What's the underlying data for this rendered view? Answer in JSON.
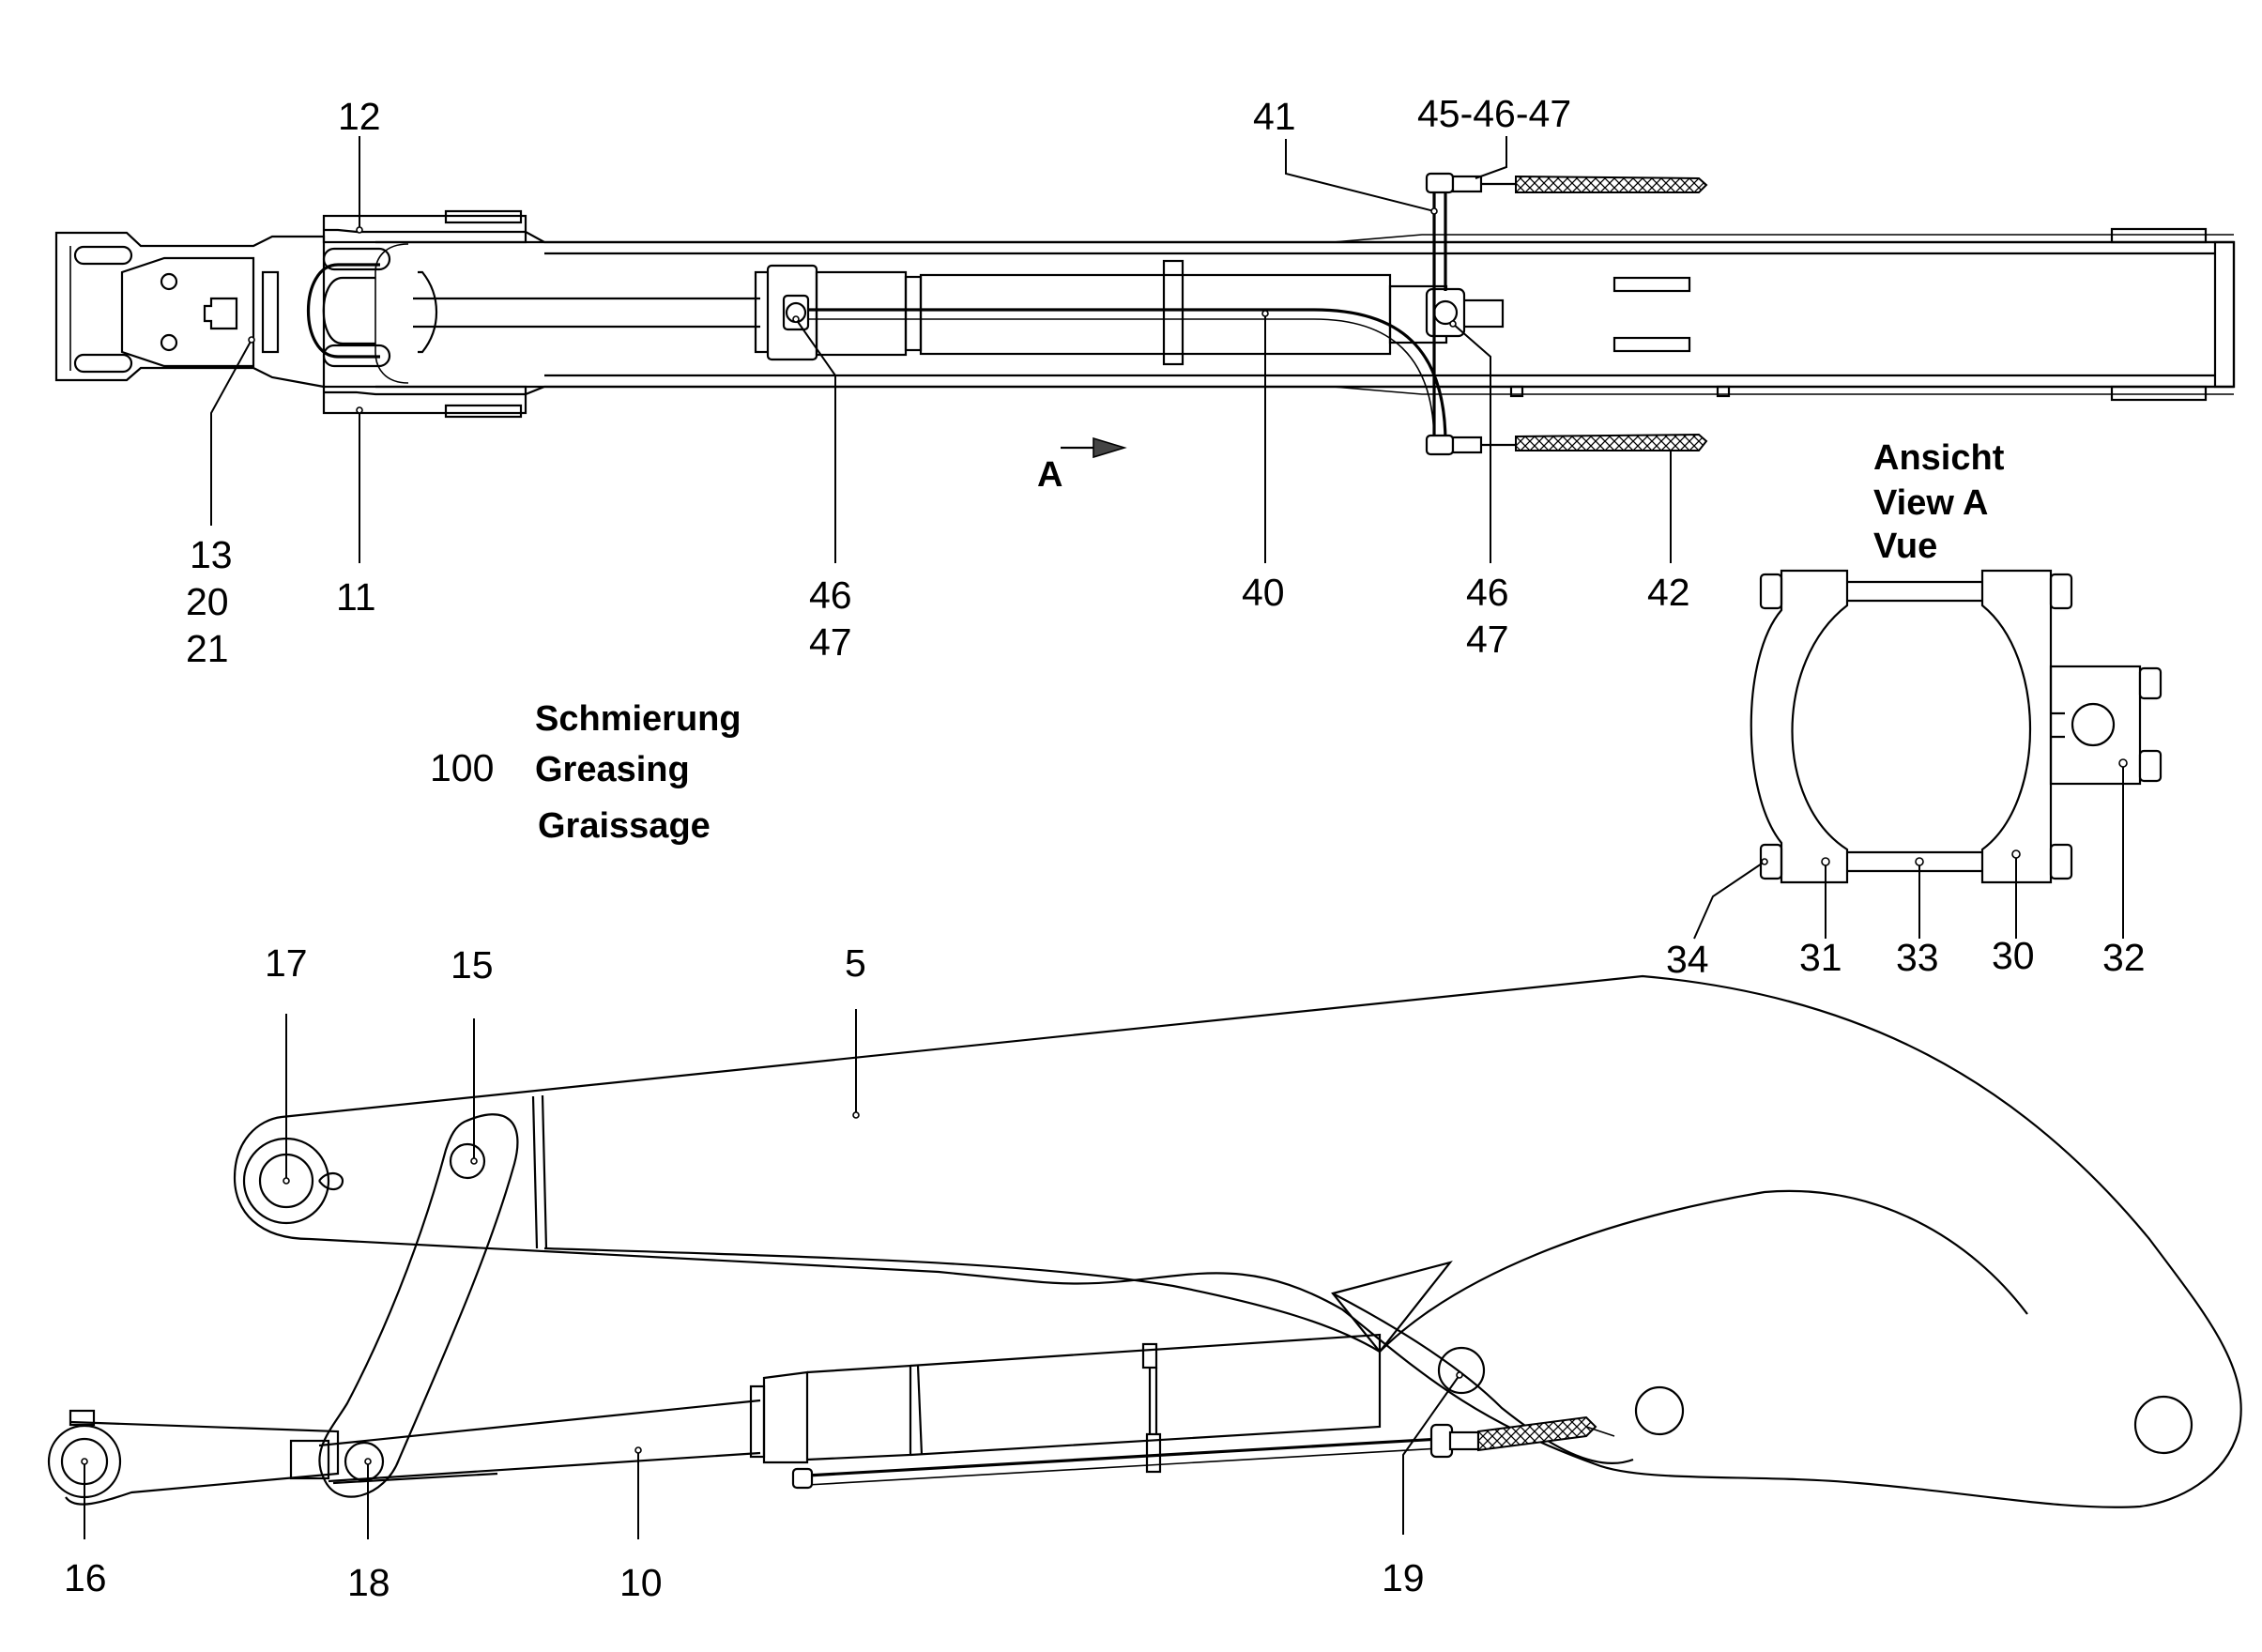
{
  "labels": {
    "n12": "12",
    "n11": "11",
    "n13": "13",
    "n20": "20",
    "n21": "21",
    "n41": "41",
    "n45": "45-46-47",
    "n46a": "46",
    "n47a": "47",
    "n40": "40",
    "n46b": "46",
    "n47b": "47",
    "n42": "42",
    "arrowA": "A",
    "view_de": "Ansicht",
    "view_en": "View  A",
    "view_fr": "Vue",
    "n100": "100",
    "greasing_de": "Schmierung",
    "greasing_en": "Greasing",
    "greasing_fr": "Graissage",
    "n34": "34",
    "n31": "31",
    "n33": "33",
    "n30": "30",
    "n32": "32",
    "n17": "17",
    "n15": "15",
    "n5": "5",
    "n16": "16",
    "n18": "18",
    "n10": "10",
    "n19": "19"
  }
}
